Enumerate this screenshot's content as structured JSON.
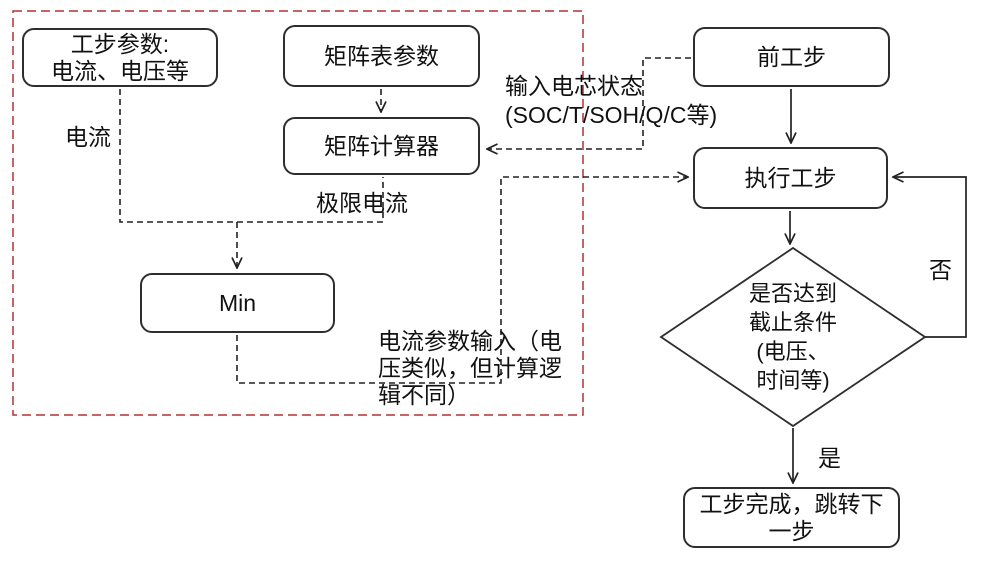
{
  "diagram": {
    "nodes": {
      "step_params": {
        "label": "工步参数:\n电流、电压等"
      },
      "matrix_table": {
        "label": "矩阵表参数"
      },
      "matrix_calc": {
        "label": "矩阵计算器"
      },
      "min": {
        "label": "Min"
      },
      "prev_step": {
        "label": "前工步"
      },
      "exec_step": {
        "label": "执行工步"
      },
      "decision": {
        "label": "是否达到\n截止条件\n(电压、\n时间等)"
      },
      "complete": {
        "label": "工步完成，跳转下\n一步"
      }
    },
    "labels": {
      "current": "电流",
      "limit_current": "极限电流",
      "input_cell_state": "输入电芯状态\n(SOC/T/SOH/Q/C等)",
      "current_param_input": "电流参数输入（电\n压类似，但计算逻\n辑不同）",
      "no": "否",
      "yes": "是"
    },
    "colors": {
      "line": "#222222",
      "node_border": "#2e2e2e",
      "boundary": "#b23333",
      "background": "#ffffff"
    }
  }
}
